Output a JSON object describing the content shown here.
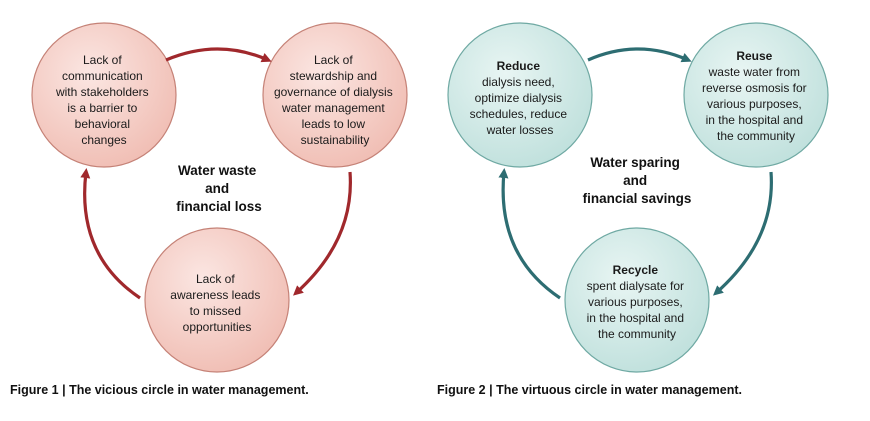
{
  "figure1": {
    "center": [
      "Water waste",
      "and",
      "financial loss"
    ],
    "nodes": [
      {
        "lines": [
          "Lack of",
          "communication",
          "with stakeholders",
          "is a barrier to",
          "behavioral",
          "changes"
        ]
      },
      {
        "lines": [
          "Lack of",
          "stewardship and",
          "governance of dialysis",
          "water management",
          "leads to low",
          "sustainability"
        ]
      },
      {
        "lines": [
          "Lack of",
          "awareness leads",
          "to missed",
          "opportunities"
        ]
      }
    ],
    "caption": "Figure 1 | The vicious circle in water management.",
    "colors": {
      "fill": "#f3c7bf",
      "stroke": "#c58277",
      "arrow": "#a0282c"
    }
  },
  "figure2": {
    "center": [
      "Water sparing",
      "and",
      "financial savings"
    ],
    "nodes": [
      {
        "heading": "Reduce",
        "lines": [
          "dialysis need,",
          "optimize dialysis",
          "schedules, reduce",
          "water losses"
        ]
      },
      {
        "heading": "Reuse",
        "lines": [
          "waste water from",
          "reverse osmosis for",
          "various purposes,",
          "in the hospital and",
          "the community"
        ]
      },
      {
        "heading": "Recycle",
        "lines": [
          "spent dialysate for",
          "various purposes,",
          "in the hospital and",
          "the community"
        ]
      }
    ],
    "caption": "Figure 2 | The virtuous circle in water management.",
    "colors": {
      "fill": "#c9e6e2",
      "stroke": "#6fa9a3",
      "arrow": "#2d6d72"
    }
  }
}
